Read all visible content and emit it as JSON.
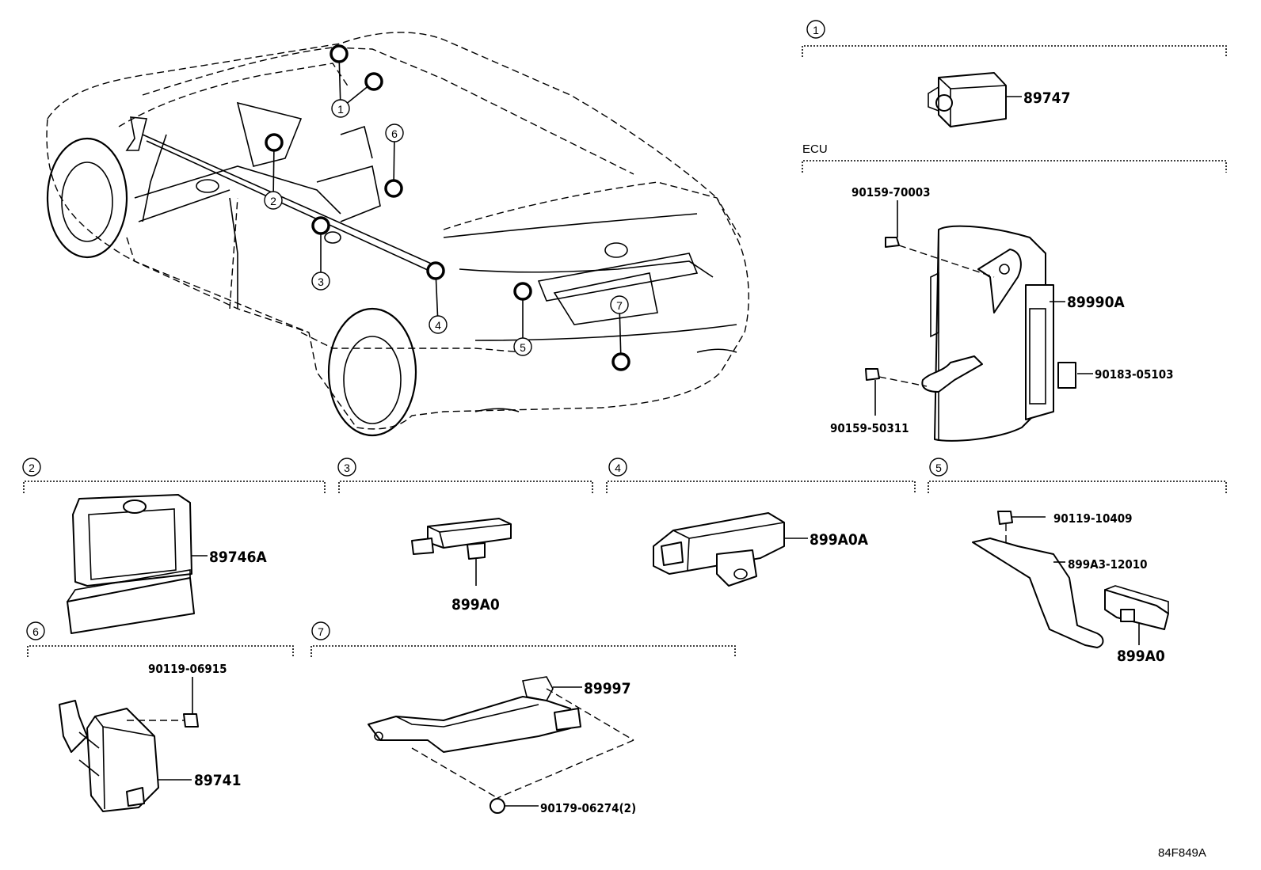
{
  "diagram_code": "84F849A",
  "car_callouts": [
    "1",
    "2",
    "3",
    "4",
    "5",
    "6",
    "7"
  ],
  "sections": [
    {
      "id": "1",
      "parts": [
        "89747"
      ]
    },
    {
      "id": "ecu",
      "label": "ECU",
      "parts": [
        "90159-70003",
        "89990A",
        "90183-05103",
        "90159-50311"
      ]
    },
    {
      "id": "2",
      "parts": [
        "89746A"
      ]
    },
    {
      "id": "3",
      "parts": [
        "899A0"
      ]
    },
    {
      "id": "4",
      "parts": [
        "899A0A"
      ]
    },
    {
      "id": "5",
      "parts": [
        "90119-10409",
        "899A3-12010",
        "899A0"
      ]
    },
    {
      "id": "6",
      "parts": [
        "90119-06915",
        "89741"
      ]
    },
    {
      "id": "7",
      "parts": [
        "89997",
        "90179-06274(2)"
      ]
    }
  ]
}
